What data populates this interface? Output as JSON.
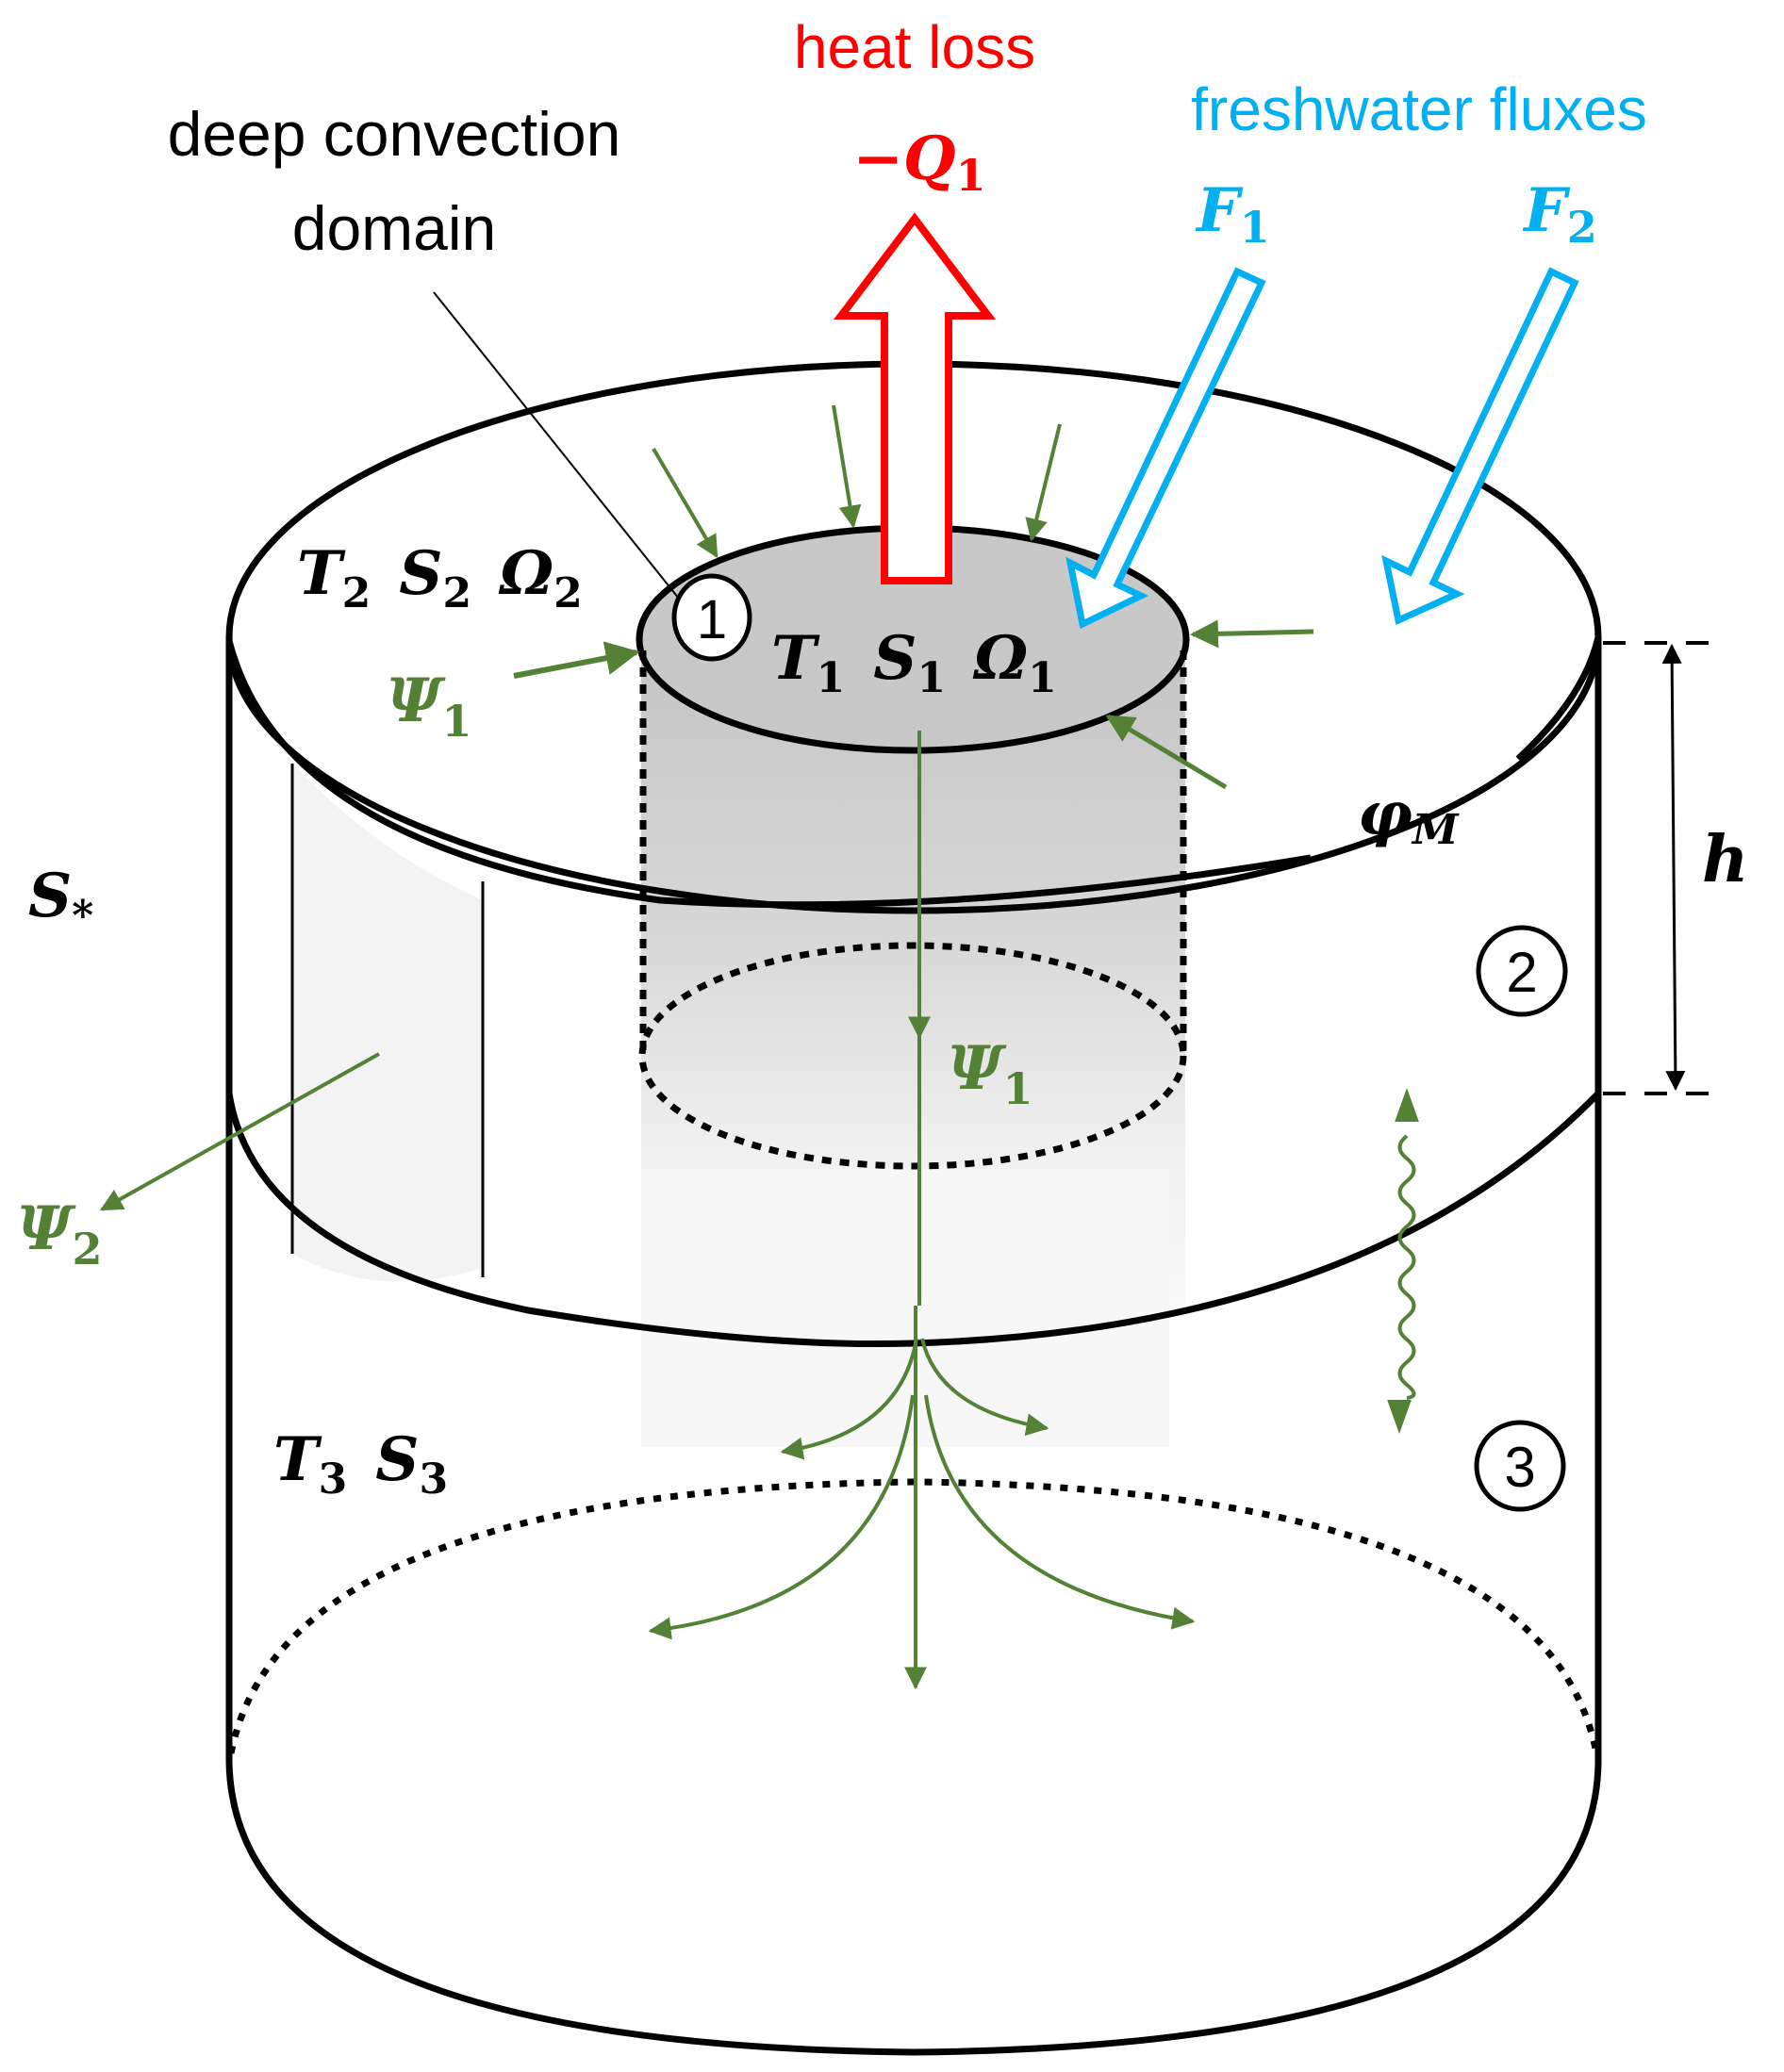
{
  "title_labels": {
    "deep_convection_line1": "deep convection",
    "deep_convection_line2": "domain",
    "heat_loss": "heat loss",
    "freshwater_fluxes": "freshwater fluxes"
  },
  "symbols": {
    "Q1": {
      "prefix": "−",
      "base": "Q",
      "sub": "1"
    },
    "F1": {
      "base": "F",
      "sub": "1"
    },
    "F2": {
      "base": "F",
      "sub": "2"
    },
    "T2S2O2": [
      {
        "base": "T",
        "sub": "2"
      },
      {
        "base": "S",
        "sub": "2"
      },
      {
        "base": "Ω",
        "sub": "2"
      }
    ],
    "T1S1O1": [
      {
        "base": "T",
        "sub": "1"
      },
      {
        "base": "S",
        "sub": "1"
      },
      {
        "base": "Ω",
        "sub": "1"
      }
    ],
    "T3S3": [
      {
        "base": "T",
        "sub": "3"
      },
      {
        "base": "S",
        "sub": "3"
      }
    ],
    "Psi1_left": {
      "base": "Ψ",
      "sub": "1"
    },
    "Psi1_center": {
      "base": "Ψ",
      "sub": "1"
    },
    "Psi2": {
      "base": "Ψ",
      "sub": "2"
    },
    "S_star": {
      "base": "S",
      "sub": "*"
    },
    "phi_M": {
      "base": "φ",
      "sub": "M"
    },
    "h": "h"
  },
  "box_labels": {
    "box1": "1",
    "box2": "2",
    "box3": "3"
  },
  "colors": {
    "heat": "#ff0000",
    "freshwater": "#00b0f0",
    "flow": "#538135",
    "outline": "#000000",
    "shade": "#c8c8c8"
  }
}
